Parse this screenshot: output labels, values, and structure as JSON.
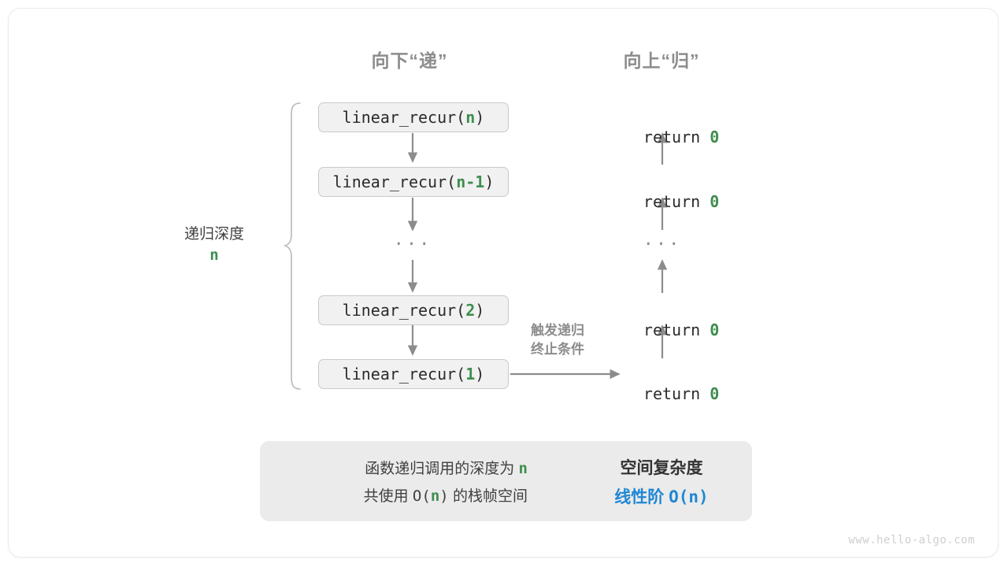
{
  "headers": {
    "down": "向下“递”",
    "up": "向上“归”"
  },
  "depth_label": {
    "text": "递归深度",
    "value": "n"
  },
  "call_stack": [
    {
      "prefix": "linear_recur(",
      "arg": "n",
      "suffix": ")"
    },
    {
      "prefix": "linear_recur(",
      "arg": "n-1",
      "suffix": ")"
    },
    {
      "prefix": "linear_recur(",
      "arg": "2",
      "suffix": ")"
    },
    {
      "prefix": "linear_recur(",
      "arg": "1",
      "suffix": ")"
    }
  ],
  "ellipsis": "···",
  "returns": [
    {
      "keyword": "return ",
      "value": "0"
    },
    {
      "keyword": "return ",
      "value": "0"
    },
    {
      "keyword": "return ",
      "value": "0"
    },
    {
      "keyword": "return ",
      "value": "0"
    }
  ],
  "trigger_note": {
    "line1": "触发递归",
    "line2": "终止条件"
  },
  "summary": {
    "left_line1_a": "函数递归调用的深度为 ",
    "left_line1_hl": "n",
    "left_line2_a": "共使用 ",
    "left_line2_mono_a": "O(",
    "left_line2_hl": "n",
    "left_line2_mono_b": ")",
    "left_line2_b": " 的栈帧空间",
    "arrow_icon": "block-arrow-right-icon",
    "right_title": "空间复杂度",
    "right_value_label": "线性阶 ",
    "right_value_mono": "O(n)"
  },
  "watermark": "www.hello-algo.com",
  "colors": {
    "accent_green": "#3e8e4f",
    "accent_blue": "#1f87d4",
    "box_fill": "#f1f1f1",
    "box_border": "#c9c9c9",
    "summary_fill": "#ebebeb",
    "arrow_gray": "#8c8c8c",
    "text_dark": "#2b2b2b"
  }
}
